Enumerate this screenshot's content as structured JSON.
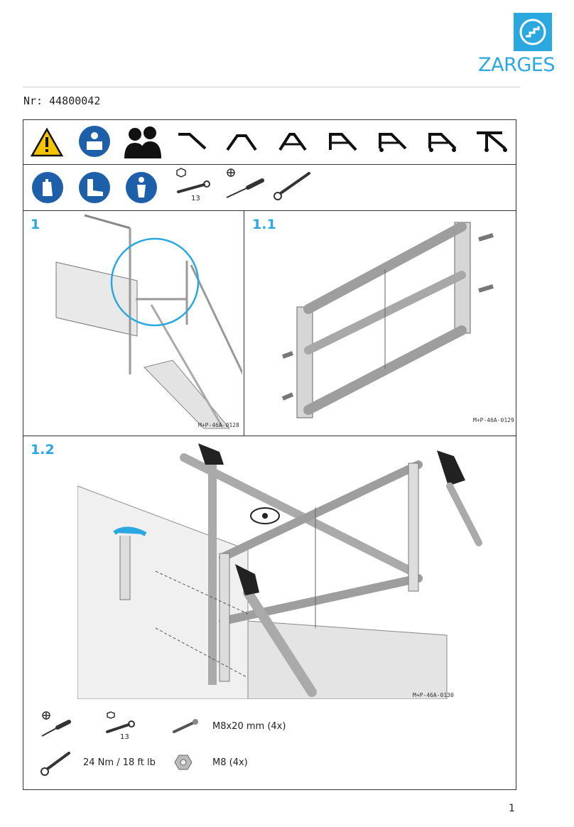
{
  "brand": {
    "name": "ZARGES",
    "color": "#2aa8df"
  },
  "document": {
    "number_label": "Nr: 44800042",
    "page": "1"
  },
  "header_icons": {
    "row1": [
      "warning-icon",
      "read-manual-icon",
      "two-persons-icon",
      "stair-type-1-icon",
      "stair-type-2-icon",
      "stair-type-3-icon",
      "stair-type-4-icon",
      "stair-type-5-icon",
      "stair-type-6-icon",
      "stair-type-7-icon"
    ],
    "row2": [
      "gloves-icon",
      "safety-boots-icon",
      "harness-icon",
      "wrench-icon",
      "screwdriver-icon",
      "torque-wrench-icon"
    ],
    "wrench_size": "13"
  },
  "steps": {
    "s1": {
      "label": "1",
      "ref": "M+P-46A-0128"
    },
    "s11": {
      "label": "1.1",
      "ref": "M+P-46A-0129"
    },
    "s12": {
      "label": "1.2",
      "ref": "M+P-46A-0130"
    }
  },
  "tools_legend": {
    "wrench_size": "13",
    "bolt": "M8x20 mm (4x)",
    "torque": "24 Nm / 18 ft lb",
    "nut": "M8 (4x)"
  }
}
